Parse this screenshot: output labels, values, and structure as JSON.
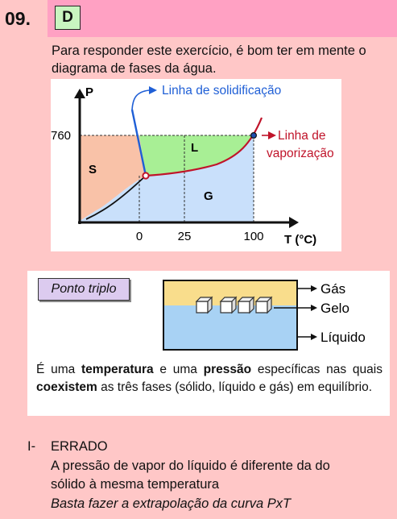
{
  "question": {
    "number": "09.",
    "answer_letter": "D"
  },
  "intro_text": "Para responder este exercício, é bom ter em mente o diagrama de fases da água.",
  "phase_diagram": {
    "y_axis_label": "P",
    "x_axis_label": "T (°C)",
    "pressure_tick": "760",
    "temp_ticks": [
      "0",
      "25",
      "100"
    ],
    "region_labels": {
      "solid": "S",
      "liquid": "L",
      "gas": "G"
    },
    "annotation_solidification": "Linha de solidificação",
    "annotation_vaporization_1": "Linha de",
    "annotation_vaporization_2": "vaporização",
    "colors": {
      "solid": "#f9c2a8",
      "liquid": "#a8ef95",
      "gas": "#c9e0fb",
      "fusion_line": "#1f5fd6",
      "curve": "#c0142a",
      "annotation": "#1f5fd6",
      "vap_annotation": "#c0142a"
    }
  },
  "triple_point": {
    "label": "Ponto triplo",
    "layer_labels": {
      "gas": "Gás",
      "ice": "Gelo",
      "liquid": "Líquido"
    },
    "definition": {
      "p1": "É uma ",
      "b1": "temperatura",
      "p2": " e uma ",
      "b2": "pressão",
      "p3": " específicas nas quais ",
      "b3": "coexistem",
      "p4": " as três fases (sólido, líquido e gás) em equilíbrio."
    },
    "colors": {
      "gas_layer": "#f9dd8c",
      "liquid_layer": "#a8d2f4",
      "ice_cube": "#ffffff"
    }
  },
  "answer": {
    "item": "I-",
    "verdict": "ERRADO",
    "line1": "A pressão de vapor do líquido é diferente da do",
    "line2": "sólido à mesma temperatura",
    "line3": "Basta fazer a extrapolação da curva PxT"
  }
}
